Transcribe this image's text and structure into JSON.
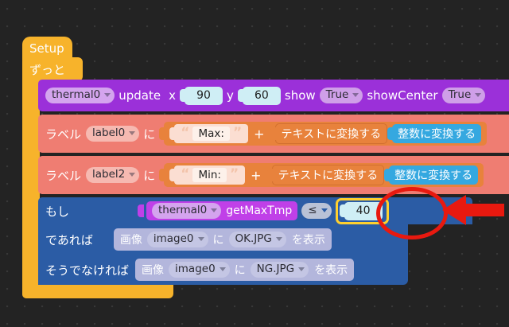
{
  "canvas": {
    "background_color": "#232323",
    "grid": "dot-grid"
  },
  "program": {
    "hat": {
      "label": "Setup",
      "color": "#f7b32b"
    },
    "forever": {
      "label": "ずっと",
      "color": "#f7b32b"
    },
    "rows": {
      "thermal": {
        "color": "#9b30d9",
        "object": "thermal0",
        "method": "update",
        "arg_x_label": "x",
        "arg_x_value": "90",
        "arg_y_label": "y",
        "arg_y_value": "60",
        "arg_show_label": "show",
        "arg_show_value": "True",
        "arg_showcenter_label": "showCenter",
        "arg_showcenter_value": "True"
      },
      "label0": {
        "color": "#ef7d72",
        "keyword": "ラベル",
        "target": "label0",
        "particle": "に",
        "string_value": "Max:",
        "operator": "+",
        "to_text": "テキストに変換する",
        "to_int": "整数に変換する"
      },
      "label2": {
        "color": "#ef7d72",
        "keyword": "ラベル",
        "target": "label2",
        "particle": "に",
        "string_value": "Min:",
        "operator": "+",
        "to_text": "テキストに変換する",
        "to_int": "整数に変換する"
      },
      "if_block": {
        "color": "#2b5ca5",
        "if_label": "もし",
        "then_label": "であれば",
        "else_label": "そうでなければ",
        "condition": {
          "object": "thermal0",
          "method": "getMaxTmp",
          "operator": "≤",
          "value": "40"
        },
        "then_action": {
          "keyword": "画像",
          "target": "image0",
          "particle": "に",
          "file": "OK.JPG",
          "verb": "を表示"
        },
        "else_action": {
          "keyword": "画像",
          "target": "image0",
          "particle": "に",
          "file": "NG.JPG",
          "verb": "を表示"
        }
      }
    }
  },
  "annotations": {
    "highlight_color": "#ffd02e",
    "marker_color": "#e8190f",
    "ellipse_target": "40",
    "arrow_direction": "left"
  }
}
